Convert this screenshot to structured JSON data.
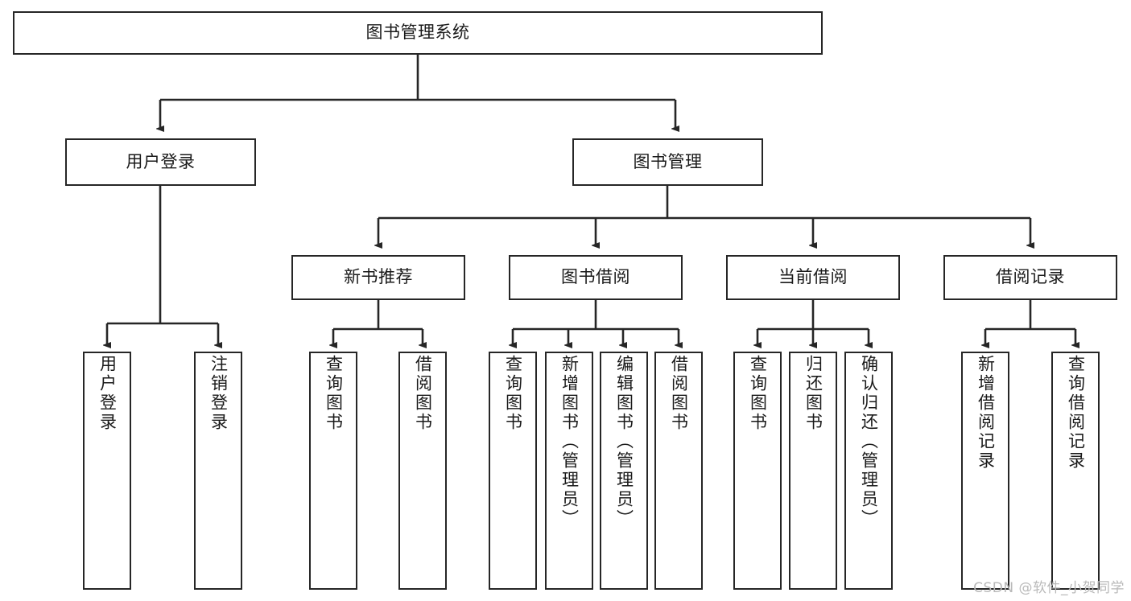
{
  "diagram": {
    "title": "图书管理系统",
    "type": "tree-hierarchy-chart",
    "orientation": "top-down",
    "colors": {
      "stroke": "#262626",
      "fill": "#ffffff",
      "text": "#1a1a1a",
      "watermark": "#b9b9b9"
    },
    "root": {
      "label": "图书管理系统"
    },
    "level2": [
      {
        "label": "用户登录"
      },
      {
        "label": "图书管理"
      }
    ],
    "level3": [
      {
        "label": "新书推荐"
      },
      {
        "label": "图书借阅"
      },
      {
        "label": "当前借阅"
      },
      {
        "label": "借阅记录"
      }
    ],
    "leaves": {
      "user_login": [
        {
          "label": "用户登录"
        },
        {
          "label": "注销登录"
        }
      ],
      "new_book_recommend": [
        {
          "label": "查询图书"
        },
        {
          "label": "借阅图书"
        }
      ],
      "book_borrow": [
        {
          "label": "查询图书"
        },
        {
          "label": "新增图书（管理员）"
        },
        {
          "label": "编辑图书（管理员）"
        },
        {
          "label": "借阅图书"
        }
      ],
      "current_borrow": [
        {
          "label": "查询图书"
        },
        {
          "label": "归还图书"
        },
        {
          "label": "确认归还（管理员）"
        }
      ],
      "borrow_record": [
        {
          "label": "新增借阅记录"
        },
        {
          "label": "查询借阅记录"
        }
      ]
    },
    "watermark": "CSDN @软件_小贺同学"
  }
}
